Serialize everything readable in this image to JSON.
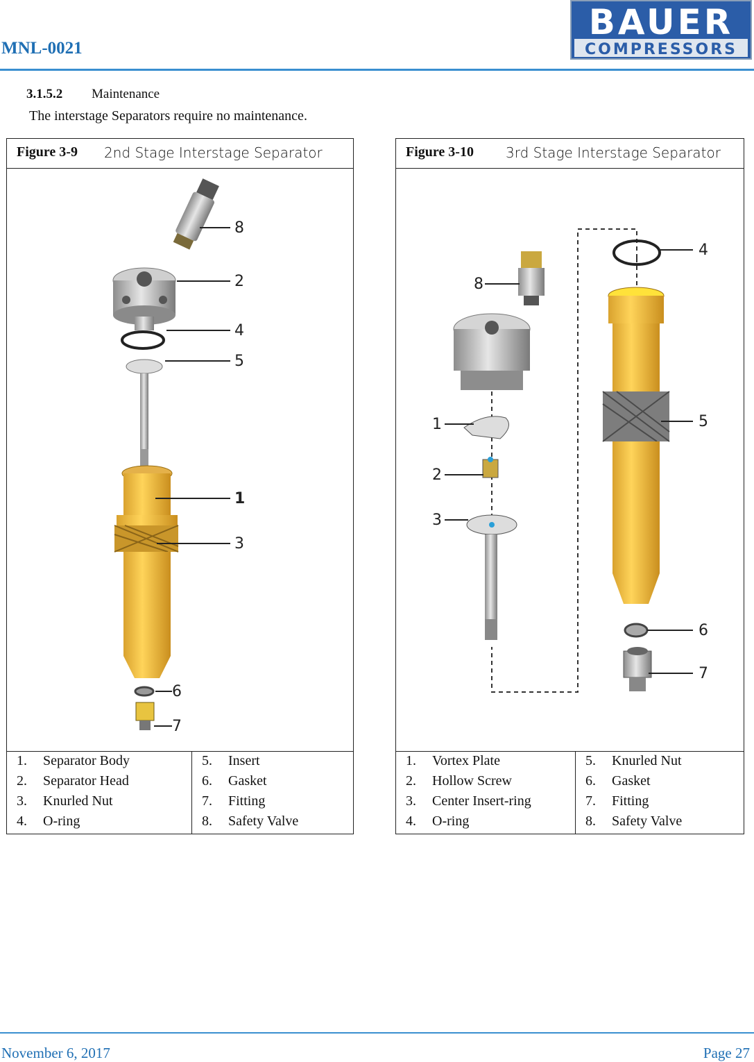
{
  "header": {
    "doc_code": "MNL-0021",
    "logo_top": "BAUER",
    "logo_bottom": "COMPRESSORS",
    "brand_color": "#1f6fb4"
  },
  "section": {
    "number": "3.1.5.2",
    "title": "Maintenance",
    "text": "The interstage Separators require no maintenance."
  },
  "figures": [
    {
      "label": "Figure 3-9",
      "caption": "2nd Stage Interstage Separator",
      "callouts": [
        "8",
        "2",
        "4",
        "5",
        "1",
        "3",
        "6",
        "7"
      ],
      "legend_left": [
        {
          "n": "1.",
          "text": "Separator Body"
        },
        {
          "n": "2.",
          "text": "Separator Head"
        },
        {
          "n": "3.",
          "text": "Knurled Nut"
        },
        {
          "n": "4.",
          "text": "O-ring"
        }
      ],
      "legend_right": [
        {
          "n": "5.",
          "text": "Insert"
        },
        {
          "n": "6.",
          "text": "Gasket"
        },
        {
          "n": "7.",
          "text": "Fitting"
        },
        {
          "n": "8.",
          "text": "Safety Valve"
        }
      ]
    },
    {
      "label": "Figure 3-10",
      "caption": "3rd Stage Interstage Separator",
      "callouts": [
        "4",
        "8",
        "5",
        "1",
        "2",
        "3",
        "6",
        "7"
      ],
      "legend_left": [
        {
          "n": "1.",
          "text": "Vortex Plate"
        },
        {
          "n": "2.",
          "text": "Hollow Screw"
        },
        {
          "n": "3.",
          "text": "Center Insert-ring"
        },
        {
          "n": "4.",
          "text": "O-ring"
        }
      ],
      "legend_right": [
        {
          "n": "5.",
          "text": "Knurled Nut"
        },
        {
          "n": "6.",
          "text": "Gasket"
        },
        {
          "n": "7.",
          "text": "Fitting"
        },
        {
          "n": "8.",
          "text": "Safety Valve"
        }
      ]
    }
  ],
  "footer": {
    "date": "November 6, 2017",
    "page": "Page 27"
  }
}
